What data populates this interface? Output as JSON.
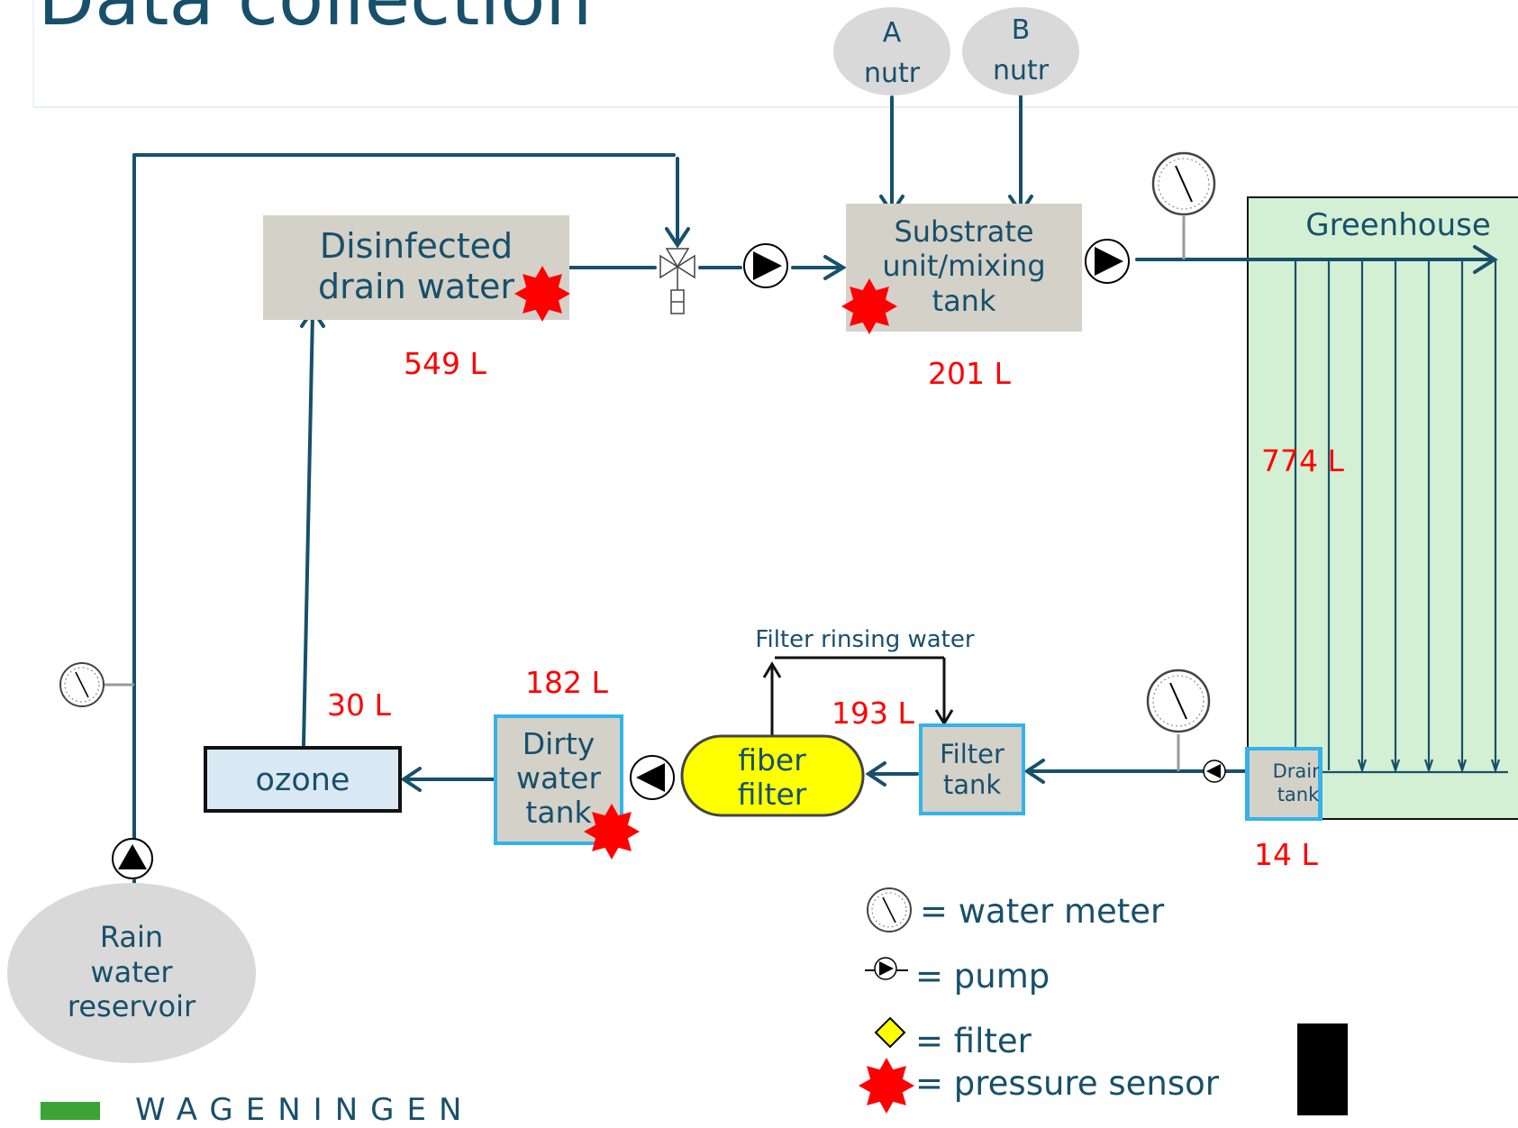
{
  "page": {
    "title": "Data collection",
    "logo_text": "WAGENINGEN"
  },
  "nodes": {
    "nutrient_a": [
      "A",
      "nutr"
    ],
    "nutrient_b": [
      "B",
      "nutr"
    ],
    "disinfected_drain_water": [
      "Disinfected",
      "drain water"
    ],
    "substrate_unit": [
      "Substrate",
      "unit/mixing",
      "tank"
    ],
    "greenhouse": [
      "Greenhouse"
    ],
    "drain_tank": [
      "Drain",
      "tank"
    ],
    "filter_tank": [
      "Filter",
      "tank"
    ],
    "fiber_filter": [
      "fiber",
      "filter"
    ],
    "dirty_water_tank": [
      "Dirty",
      "water",
      "tank"
    ],
    "ozone": [
      "ozone"
    ],
    "rain_water_reservoir": [
      "Rain",
      "water",
      "reservoir"
    ]
  },
  "edge_labels": {
    "filter_rinsing_water": "Filter rinsing water"
  },
  "volumes": {
    "disinfected_drain_water": "549 L",
    "substrate_unit": "201 L",
    "greenhouse": "774 L",
    "drain_tank": "14 L",
    "filter_tank": "193 L",
    "dirty_water_tank": "182 L",
    "ozone": "30 L"
  },
  "legend": [
    {
      "icon": "water-meter-icon",
      "label": "= water meter"
    },
    {
      "icon": "pump-icon",
      "label": "= pump"
    },
    {
      "icon": "filter-icon",
      "label": "= filter"
    },
    {
      "icon": "pressure-sensor-icon",
      "label": "= pressure sensor"
    }
  ],
  "colors": {
    "line": "#17506b",
    "tank_gray": "#d4d1c9",
    "border_blue": "#33b3ea",
    "greenhouse_fill": "#d4f0d4",
    "filter_yellow": "#ffff00",
    "ozone_fill": "#dae8f4",
    "reservoir_gray": "#d9d9d9",
    "volume_red": "#ff0000",
    "sensor_red": "#ff0000"
  }
}
